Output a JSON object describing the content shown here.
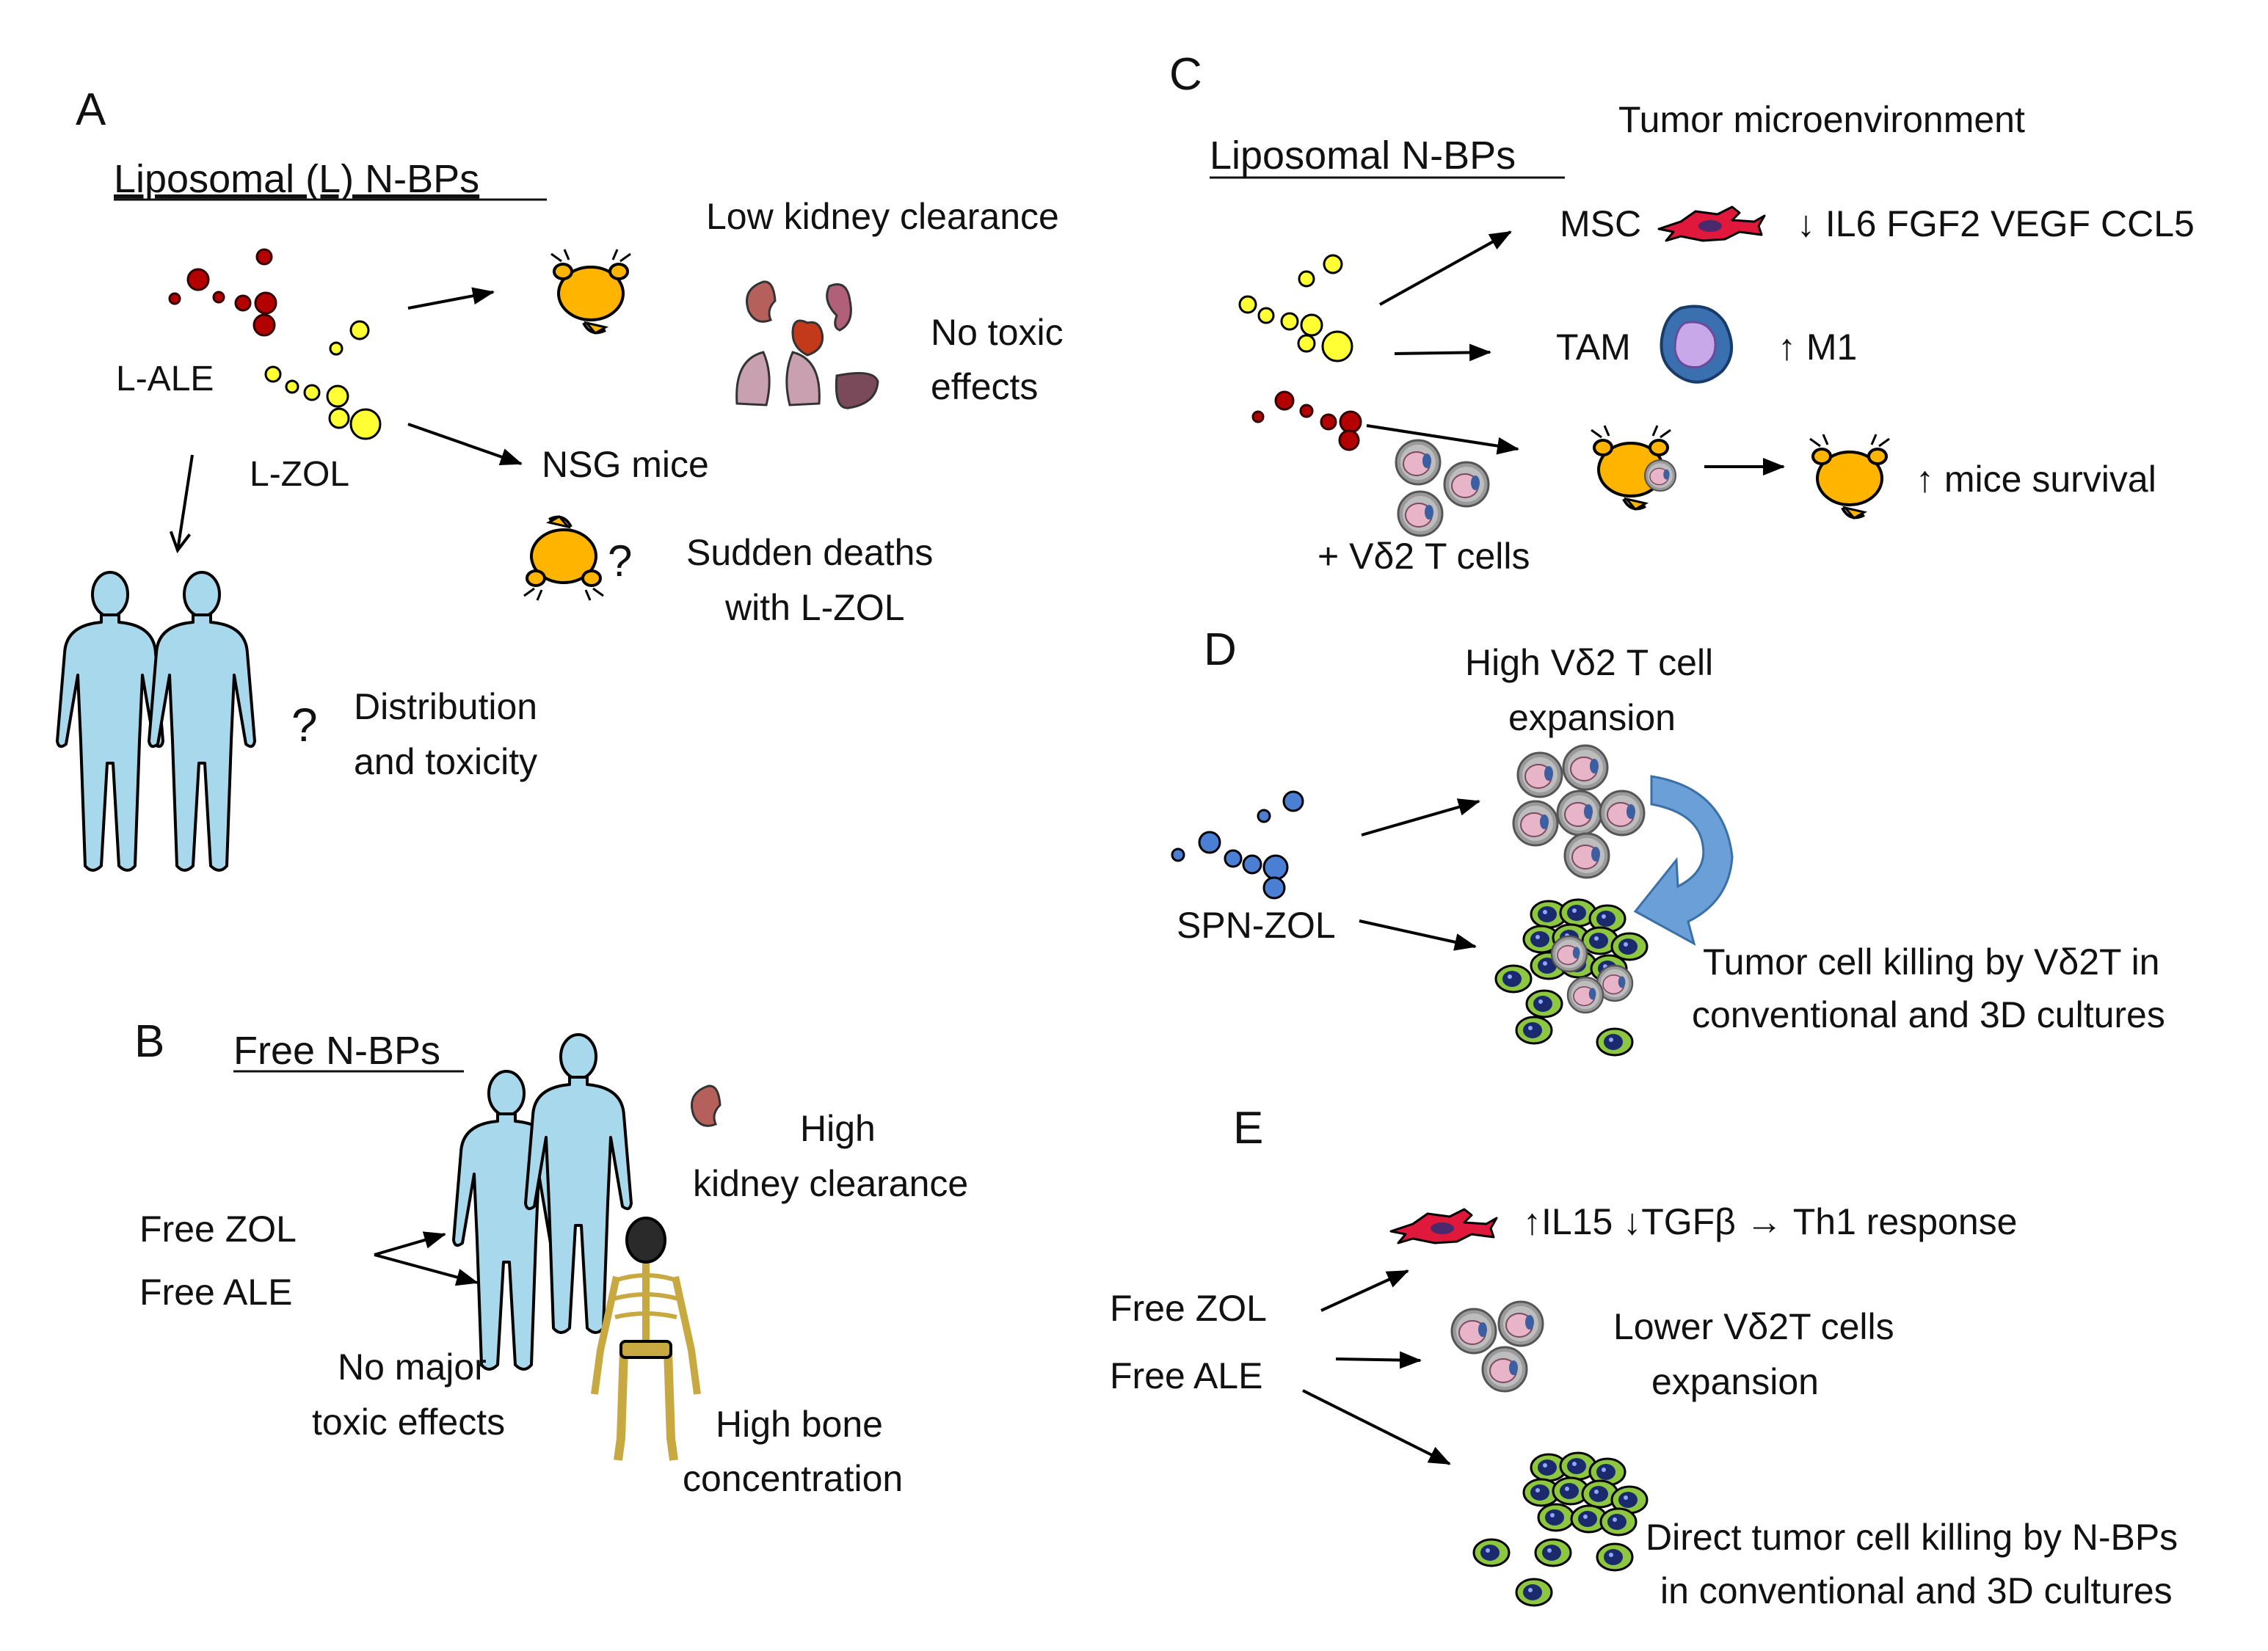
{
  "panels": {
    "A": {
      "letter": "A",
      "title": "Liposomal (L) N-BPs",
      "l_ale": "L-ALE",
      "l_zol": "L-ZOL",
      "low_kidney": "Low kidney clearance",
      "no_toxic_1": "No toxic",
      "no_toxic_2": "effects",
      "nsg_mice": "NSG mice",
      "q_mouse": "?",
      "sudden_1": "Sudden deaths",
      "sudden_2": "with L-ZOL",
      "q_human": "?",
      "dist_1": "Distribution",
      "dist_2": "and  toxicity"
    },
    "B": {
      "letter": "B",
      "title": "Free N-BPs",
      "free_zol": "Free ZOL",
      "free_ale": "Free ALE",
      "high_kidney_1": "High",
      "high_kidney_2": "kidney clearance",
      "no_major_1": "No major",
      "no_major_2": "toxic effects",
      "high_bone_1": "High bone",
      "high_bone_2": "concentration"
    },
    "C": {
      "letter": "C",
      "title": "Liposomal N-BPs",
      "tme": "Tumor  microenvironment",
      "msc": "MSC",
      "msc_effect": "↓ IL6 FGF2 VEGF CCL5",
      "tam": "TAM",
      "tam_effect": "↑ M1",
      "vd2": "+ Vδ2 T cells",
      "survival": "↑ mice survival"
    },
    "D": {
      "letter": "D",
      "expansion_1": "High Vδ2 T cell",
      "expansion_2": "expansion",
      "spn": "SPN-ZOL",
      "killing_1": "Tumor cell killing by Vδ2T in",
      "killing_2": "conventional and 3D cultures"
    },
    "E": {
      "letter": "E",
      "il15": "↑IL15 ↓TGFβ → Th1 response",
      "free_zol": "Free ZOL",
      "free_ale": "Free ALE",
      "lower_1": "Lower Vδ2T cells",
      "lower_2": "expansion",
      "direct_1": "Direct  tumor cell killing by N-BPs",
      "direct_2": "in conventional and 3D cultures"
    }
  },
  "colors": {
    "red_liposome": "#b30000",
    "yellow_liposome": "#ffff33",
    "blue_liposome": "#4a7fd4",
    "mouse": "#ffb400",
    "human": "#a8d8ec",
    "msc": "#e0183c",
    "tam": "#3a6fb0",
    "tumor_green": "#8dc63f",
    "tcell_pink": "#e8b4c8",
    "curved_arrow": "#6a9fd8"
  },
  "icons": [
    "mouse-icon",
    "human-icon",
    "kidney-icon",
    "heart-icon",
    "lungs-icon",
    "liver-icon",
    "spleen-icon",
    "skeleton-icon",
    "msc-cell-icon",
    "macrophage-icon",
    "t-cell-icon",
    "tumor-cell-icon",
    "curved-arrow-icon"
  ]
}
